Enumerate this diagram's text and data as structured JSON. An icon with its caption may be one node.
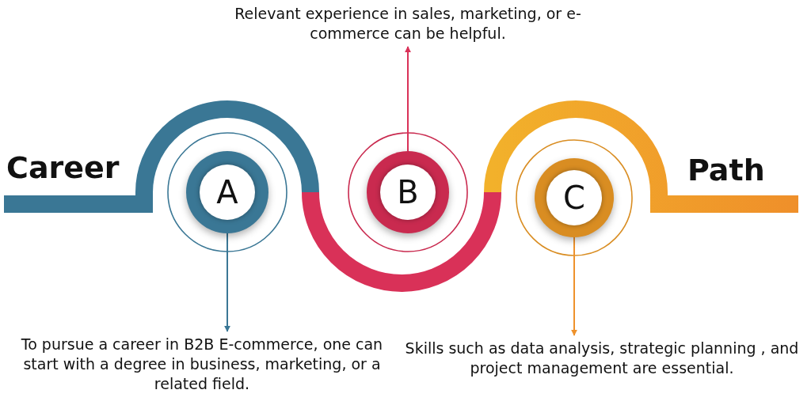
{
  "diagram": {
    "nodes": [
      {
        "text": [
          "A"
        ]
      },
      {
        "text": [
          "B"
        ]
      },
      {
        "text": [
          "C"
        ]
      },
      {
        "text": [
          "To pursue a career in B2B E-commerce, one can start with a degree in business, marketing, or a related field."
        ]
      },
      {
        "text": [
          "Relevant experience in sales, marketing, or e-commerce can be helpful."
        ]
      },
      {
        "text": [
          "Skills such as data analysis, strategic planning , and project management are essential."
        ]
      }
    ],
    "edges": [
      {
        "from": 0,
        "to": 3,
        "arrow": "to",
        "color": "#3a7795"
      },
      {
        "from": 1,
        "to": 4,
        "arrow": "to",
        "color": "#d93158"
      },
      {
        "from": 2,
        "to": 5,
        "arrow": "to",
        "color": "#ee922c"
      }
    ],
    "labels": [
      "Career",
      "Path"
    ]
  }
}
